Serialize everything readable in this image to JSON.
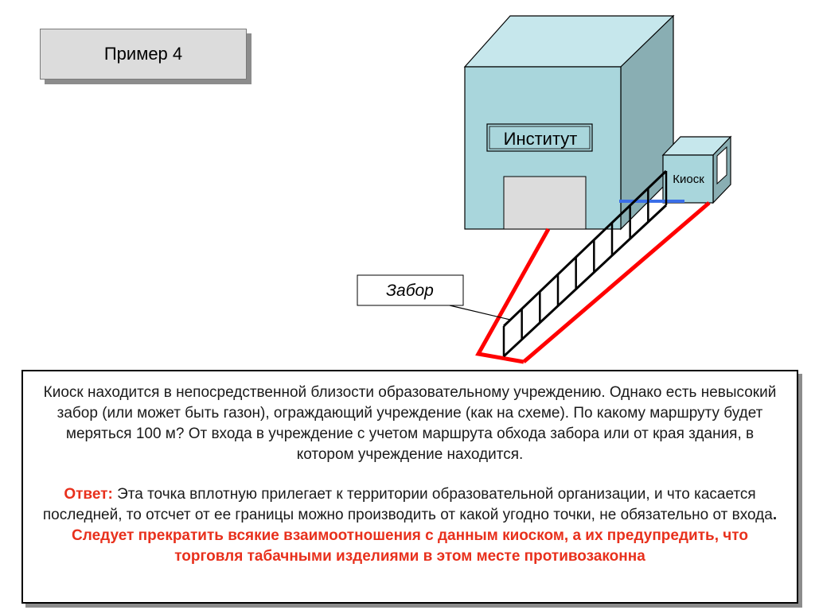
{
  "example": {
    "title": "Пример 4"
  },
  "diagram": {
    "institute_label": "Институт",
    "kiosk_label": "Киоск",
    "fence_label": "Забор",
    "colors": {
      "building_front": "#a9d6dc",
      "building_top": "#c6e7ec",
      "building_side": "#89aeb3",
      "door": "#dcdcdc",
      "route": "#ff0000",
      "boundary": "#3a6ee8",
      "fence": "#000000"
    }
  },
  "text": {
    "question": "Киоск находится в непосредственной близости образовательному учреждению. Однако есть невысокий забор (или может быть газон), ограждающий учреждение (как на схеме). По какому маршруту будет меряться 100 м? От входа в учреждение с учетом маршрута обхода забора или от края здания, в котором учреждение находится.",
    "answer_label": "Ответ:",
    "answer_body": " Эта точка вплотную прилегает к территории образовательной организации, и что касается последней, то отсчет от ее границы можно производить от какой угодно точки, не обязательно от входа",
    "answer_dot": ". ",
    "answer_bold": "Следует прекратить всякие взаимоотношения с данным киоском, а их предупредить, что торговля табачными изделиями в этом месте противозаконна"
  }
}
